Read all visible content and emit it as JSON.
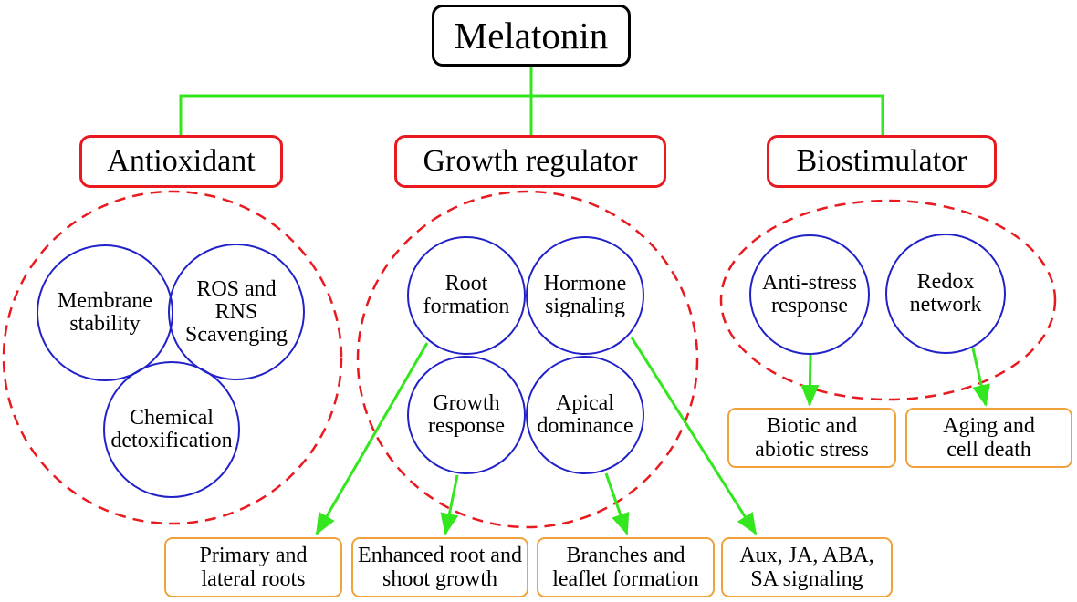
{
  "root": {
    "label": "Melatonin"
  },
  "categories": [
    {
      "label": "Antioxidant",
      "functions": [
        {
          "label": "Membrane\nstability"
        },
        {
          "label": "ROS and\nRNS\nScavenging"
        },
        {
          "label": "Chemical\ndetoxification"
        }
      ]
    },
    {
      "label": "Growth regulator",
      "functions": [
        {
          "label": "Root\nformation",
          "outcome": "Primary and\nlateral roots"
        },
        {
          "label": "Hormone\nsignaling",
          "outcome": "Aux, JA, ABA,\nSA signaling"
        },
        {
          "label": "Growth\nresponse",
          "outcome": "Enhanced root and\nshoot growth"
        },
        {
          "label": "Apical\ndominance",
          "outcome": "Branches and\nleaflet formation"
        }
      ]
    },
    {
      "label": "Biostimulator",
      "functions": [
        {
          "label": "Anti-stress\nresponse",
          "outcome": "Biotic and\nabiotic stress"
        },
        {
          "label": "Redox\nnetwork",
          "outcome": "Aging and\ncell death"
        }
      ]
    }
  ],
  "colors": {
    "root_border": "#000000",
    "category_border": "#e8191f",
    "function_border": "#2121c9",
    "outcome_border": "#f0a33c",
    "connector": "#33e61e"
  }
}
